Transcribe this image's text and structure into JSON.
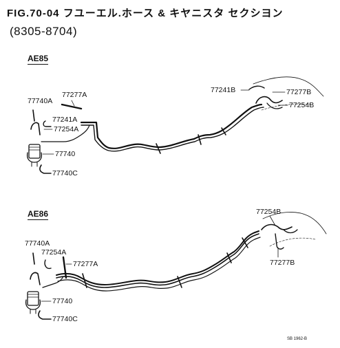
{
  "header": {
    "fig_title": "FIG.70-04 フユーエル.ホース & キヤニスタ セクシヨン",
    "range": "(8305-8704)"
  },
  "sections": [
    {
      "label": "AE85",
      "parts": [
        "77277A",
        "77740A",
        "77241A",
        "77254A",
        "77740",
        "77740C",
        "77241B",
        "77277B",
        "77254B"
      ]
    },
    {
      "label": "AE86",
      "parts": [
        "77740A",
        "77254A",
        "77277A",
        "77740",
        "77740C",
        "77254B",
        "77277B"
      ]
    }
  ],
  "footer": {
    "ref": "SB 1962-B"
  }
}
